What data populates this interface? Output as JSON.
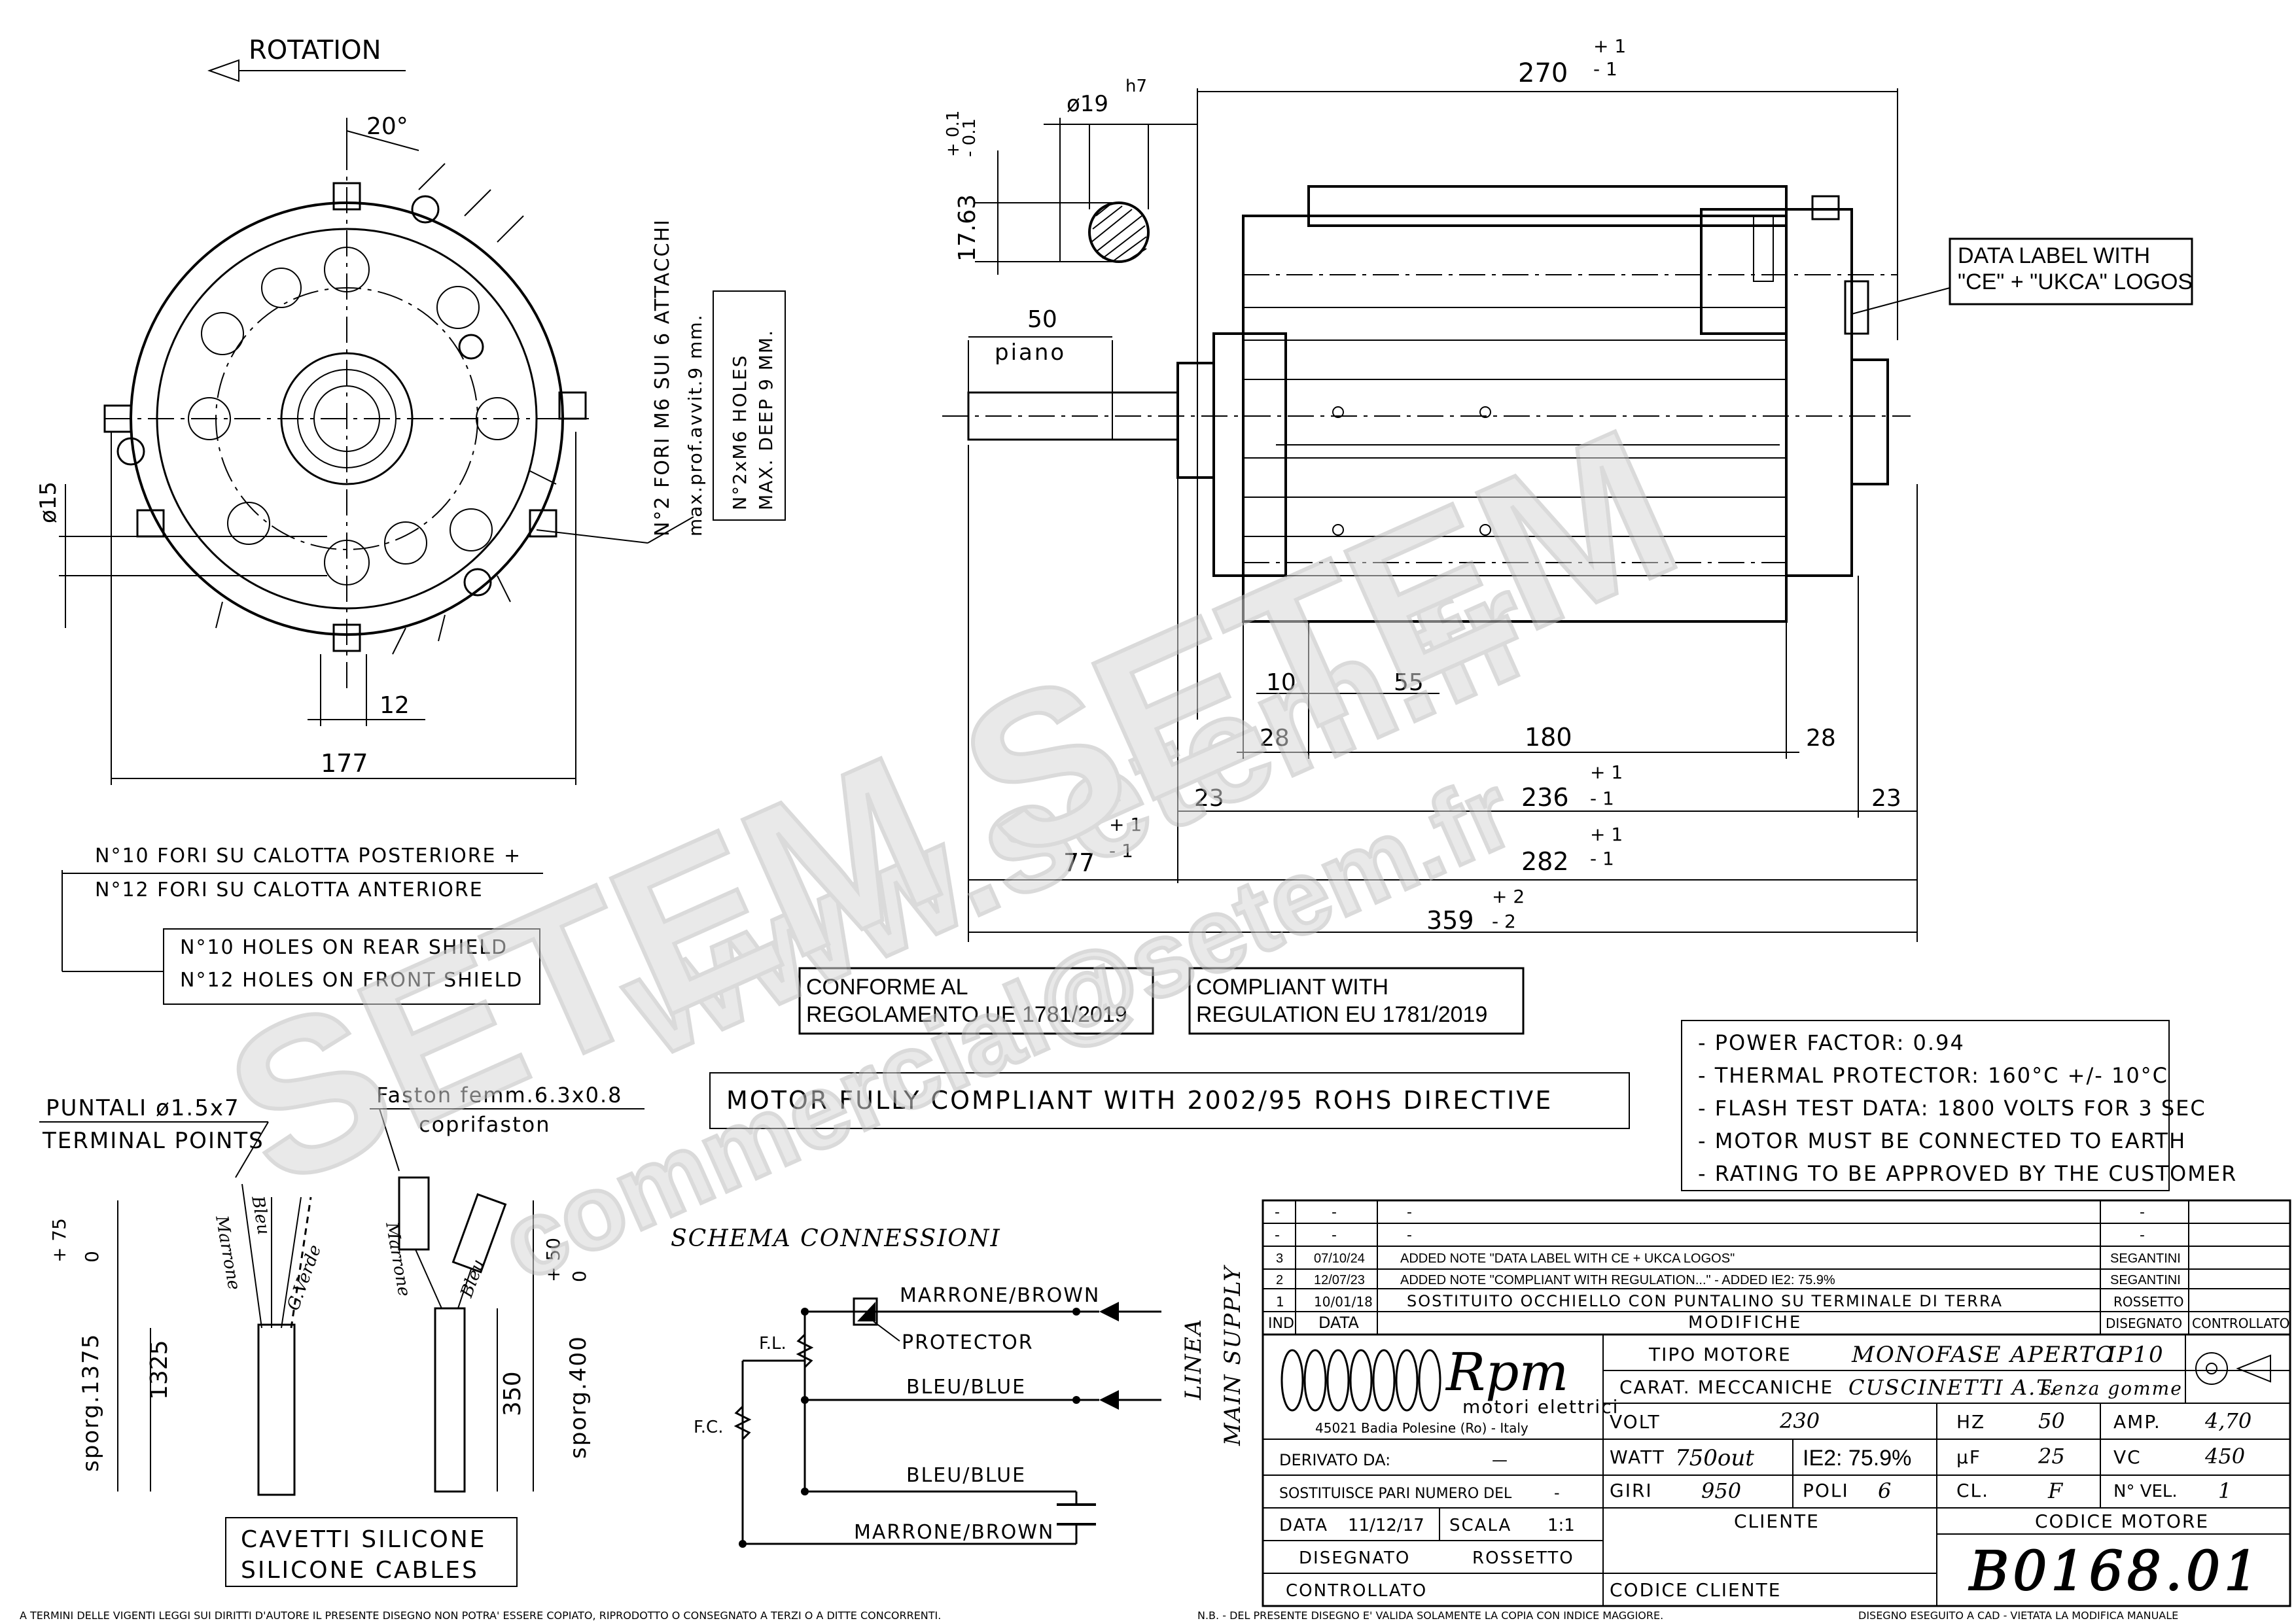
{
  "top_left": {
    "rotation": "ROTATION",
    "angle": "20°",
    "dim_15": "ø15",
    "dim_12": "12",
    "dim_177": "177",
    "fori_it_1": "N°10 FORI SU CALOTTA POSTERIORE +",
    "fori_it_2": "N°12 FORI SU CALOTTA ANTERIORE",
    "fori_en_1": "N°10 HOLES ON REAR SHIELD",
    "fori_en_2": "N°12 HOLES ON FRONT SHIELD",
    "m6_it_1": "N°2 FORI M6 SUI 6 ATTACCHI",
    "m6_it_2": "max.prof.avvit.9 mm.",
    "m6_en_1": "N°2xM6 HOLES",
    "m6_en_2": "MAX. DEEP 9 MM."
  },
  "shaft": {
    "dia": "ø19",
    "tol": "h7",
    "key": "17.63",
    "key_tol_top": "+ 0.1",
    "key_tol_bot": "- 0.1",
    "len": "50",
    "flat": "piano"
  },
  "side_dims": {
    "d270": "270",
    "d270_tp": "+ 1",
    "d270_tm": "- 1",
    "d10": "10",
    "d55": "55",
    "d28a": "28",
    "d180": "180",
    "d28b": "28",
    "d23a": "23",
    "d236": "236",
    "d236_tp": "+ 1",
    "d236_tm": "- 1",
    "d23b": "23",
    "d77": "77",
    "d77_tp": "+ 1",
    "d77_tm": "- 1",
    "d282": "282",
    "d282_tp": "+ 1",
    "d282_tm": "- 1",
    "d359": "359",
    "d359_tp": "+ 2",
    "d359_tm": "- 2"
  },
  "labels": {
    "data_label_1": "DATA LABEL WITH",
    "data_label_2": "\"CE\" + \"UKCA\" LOGOS",
    "conforme_1": "CONFORME AL",
    "conforme_2": "REGOLAMENTO UE 1781/2019",
    "compliant_1": "COMPLIANT WITH",
    "compliant_2": "REGULATION EU 1781/2019",
    "rohs": "MOTOR FULLY COMPLIANT WITH 2002/95 ROHS DIRECTIVE"
  },
  "notes": [
    "- POWER FACTOR: 0.94",
    "- THERMAL PROTECTOR: 160°C +/- 10°C",
    "- FLASH TEST DATA: 1800 VOLTS FOR 3 SEC",
    "- MOTOR MUST BE CONNECTED TO EARTH",
    "- RATING TO BE APPROVED BY THE CUSTOMER"
  ],
  "terminals": {
    "puntali": "PUNTALI ø1.5x7",
    "terminal_points": "TERMINAL POINTS",
    "faston": "Faston femm.6.3x0.8",
    "coprifaston": "coprifaston",
    "w_marrone": "Marrone",
    "w_bleu": "Bleu",
    "w_gverde": "G.Verde",
    "w_marrone2": "Marrone",
    "w_bleu2": "Bleu",
    "d1325": "1325",
    "sporg1375": "sporg.1375",
    "t75p": "+ 75",
    "t75z": "0",
    "d350": "350",
    "sporg400": "sporg.400",
    "t50p": "+ 50",
    "t50z": "0",
    "cavetti_1": "CAVETTI SILICONE",
    "cavetti_2": "SILICONE CABLES"
  },
  "schema": {
    "title": "SCHEMA CONNESSIONI",
    "marrone_brown": "MARRONE/BROWN",
    "protector": "PROTECTOR",
    "bleu_blue": "BLEU/BLUE",
    "bleu_blue2": "BLEU/BLUE",
    "marrone_brown2": "MARRONE/BROWN",
    "fl": "F.L.",
    "fc": "F.C.",
    "linea": "LINEA",
    "main_supply": "MAIN SUPPLY"
  },
  "revisions": [
    {
      "ind": "-",
      "data": "-",
      "mod": "-",
      "dis": "-",
      "ctrl": ""
    },
    {
      "ind": "-",
      "data": "-",
      "mod": "-",
      "dis": "-",
      "ctrl": ""
    },
    {
      "ind": "3",
      "data": "07/10/24",
      "mod": "ADDED NOTE \"DATA LABEL WITH CE + UKCA LOGOS\"",
      "dis": "SEGANTINI",
      "ctrl": ""
    },
    {
      "ind": "2",
      "data": "12/07/23",
      "mod": "ADDED NOTE \"COMPLIANT WITH REGULATION...\" - ADDED IE2: 75.9%",
      "dis": "SEGANTINI",
      "ctrl": ""
    },
    {
      "ind": "1",
      "data": "10/01/18",
      "mod": "SOSTITUITO OCCHIELLO CON PUNTALINO SU TERMINALE DI TERRA",
      "dis": "ROSSETTO",
      "ctrl": ""
    }
  ],
  "rev_header": {
    "ind": "IND",
    "data": "DATA",
    "mod": "MODIFICHE",
    "dis": "DISEGNATO",
    "ctrl": "CONTROLLATO"
  },
  "title_block": {
    "brand": "Rpm",
    "brand_sub": "motori elettrici",
    "address": "45021 Badia Polesine (Ro) - Italy",
    "tipo_motore_lbl": "TIPO MOTORE",
    "tipo_motore": "MONOFASE APERTO",
    "ip": "IP10",
    "carat_lbl": "CARAT. MECCANICHE",
    "carat": "CUSCINETTI A.T.",
    "carat2": "senza gomme",
    "volt_lbl": "VOLT",
    "volt": "230",
    "hz_lbl": "HZ",
    "hz": "50",
    "amp_lbl": "AMP.",
    "amp": "4,70",
    "watt_lbl": "WATT",
    "watt": "750out",
    "ie2": "IE2: 75.9%",
    "uf_lbl": "µF",
    "uf": "25",
    "vc_lbl": "VC",
    "vc": "450",
    "giri_lbl": "GIRI",
    "giri": "950",
    "poli_lbl": "POLI",
    "poli": "6",
    "cl_lbl": "CL.",
    "cl": "F",
    "nvel_lbl": "N° VEL.",
    "nvel": "1",
    "derivato_lbl": "DERIVATO DA:",
    "derivato": "—",
    "sostituisce_lbl": "SOSTITUISCE PARI NUMERO DEL",
    "sostituisce": "-",
    "data_lbl": "DATA",
    "data": "11/12/17",
    "scala_lbl": "SCALA",
    "scala": "1:1",
    "disegnato_lbl": "DISEGNATO",
    "disegnato": "ROSSETTO",
    "controllato_lbl": "CONTROLLATO",
    "cliente_lbl": "CLIENTE",
    "codice_cliente_lbl": "CODICE CLIENTE",
    "codice_motore_lbl": "CODICE MOTORE",
    "codice_motore": "B0168.01"
  },
  "footer": {
    "left": "A TERMINI DELLE VIGENTI LEGGI SUI DIRITTI D'AUTORE IL PRESENTE DISEGNO NON POTRA' ESSERE COPIATO, RIPRODOTTO O CONSEGNATO A TERZI O A DITTE CONCORRENTI.",
    "mid": "N.B. - DEL PRESENTE DISEGNO E' VALIDA SOLAMENTE LA COPIA CON INDICE MAGGIORE.",
    "right": "DISEGNO ESEGUITO A CAD - VIETATA LA MODIFICA MANUALE"
  },
  "watermark": {
    "w1": "www.setem.fr",
    "w2": "SETEM SETEM",
    "w3": "commercial@setem.fr"
  }
}
